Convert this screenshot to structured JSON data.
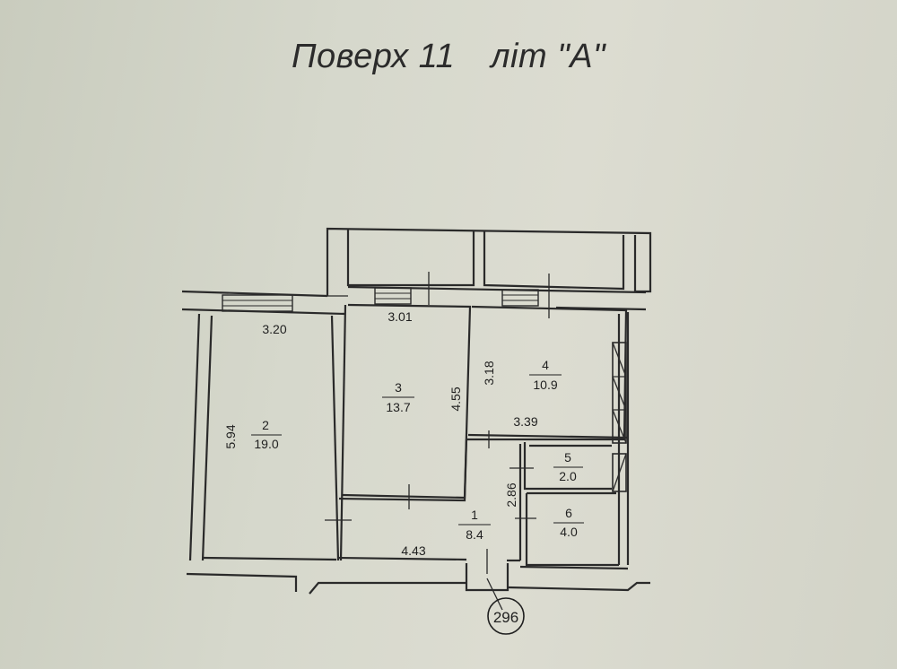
{
  "title": {
    "floor": "Поверх 11",
    "letter": "літ \"А\""
  },
  "rooms": [
    {
      "number": "1",
      "area": "8.4"
    },
    {
      "number": "2",
      "area": "19.0"
    },
    {
      "number": "3",
      "area": "13.7"
    },
    {
      "number": "4",
      "area": "10.9"
    },
    {
      "number": "5",
      "area": "2.0"
    },
    {
      "number": "6",
      "area": "4.0"
    }
  ],
  "dimensions": {
    "room2_width": "3.20",
    "room2_length": "5.94",
    "room3_width": "3.01",
    "room3_length": "4.55",
    "room4_length": "3.18",
    "room4_width": "3.39",
    "corridor_width": "4.43",
    "bath_length": "2.86"
  },
  "apartment_number": "296"
}
